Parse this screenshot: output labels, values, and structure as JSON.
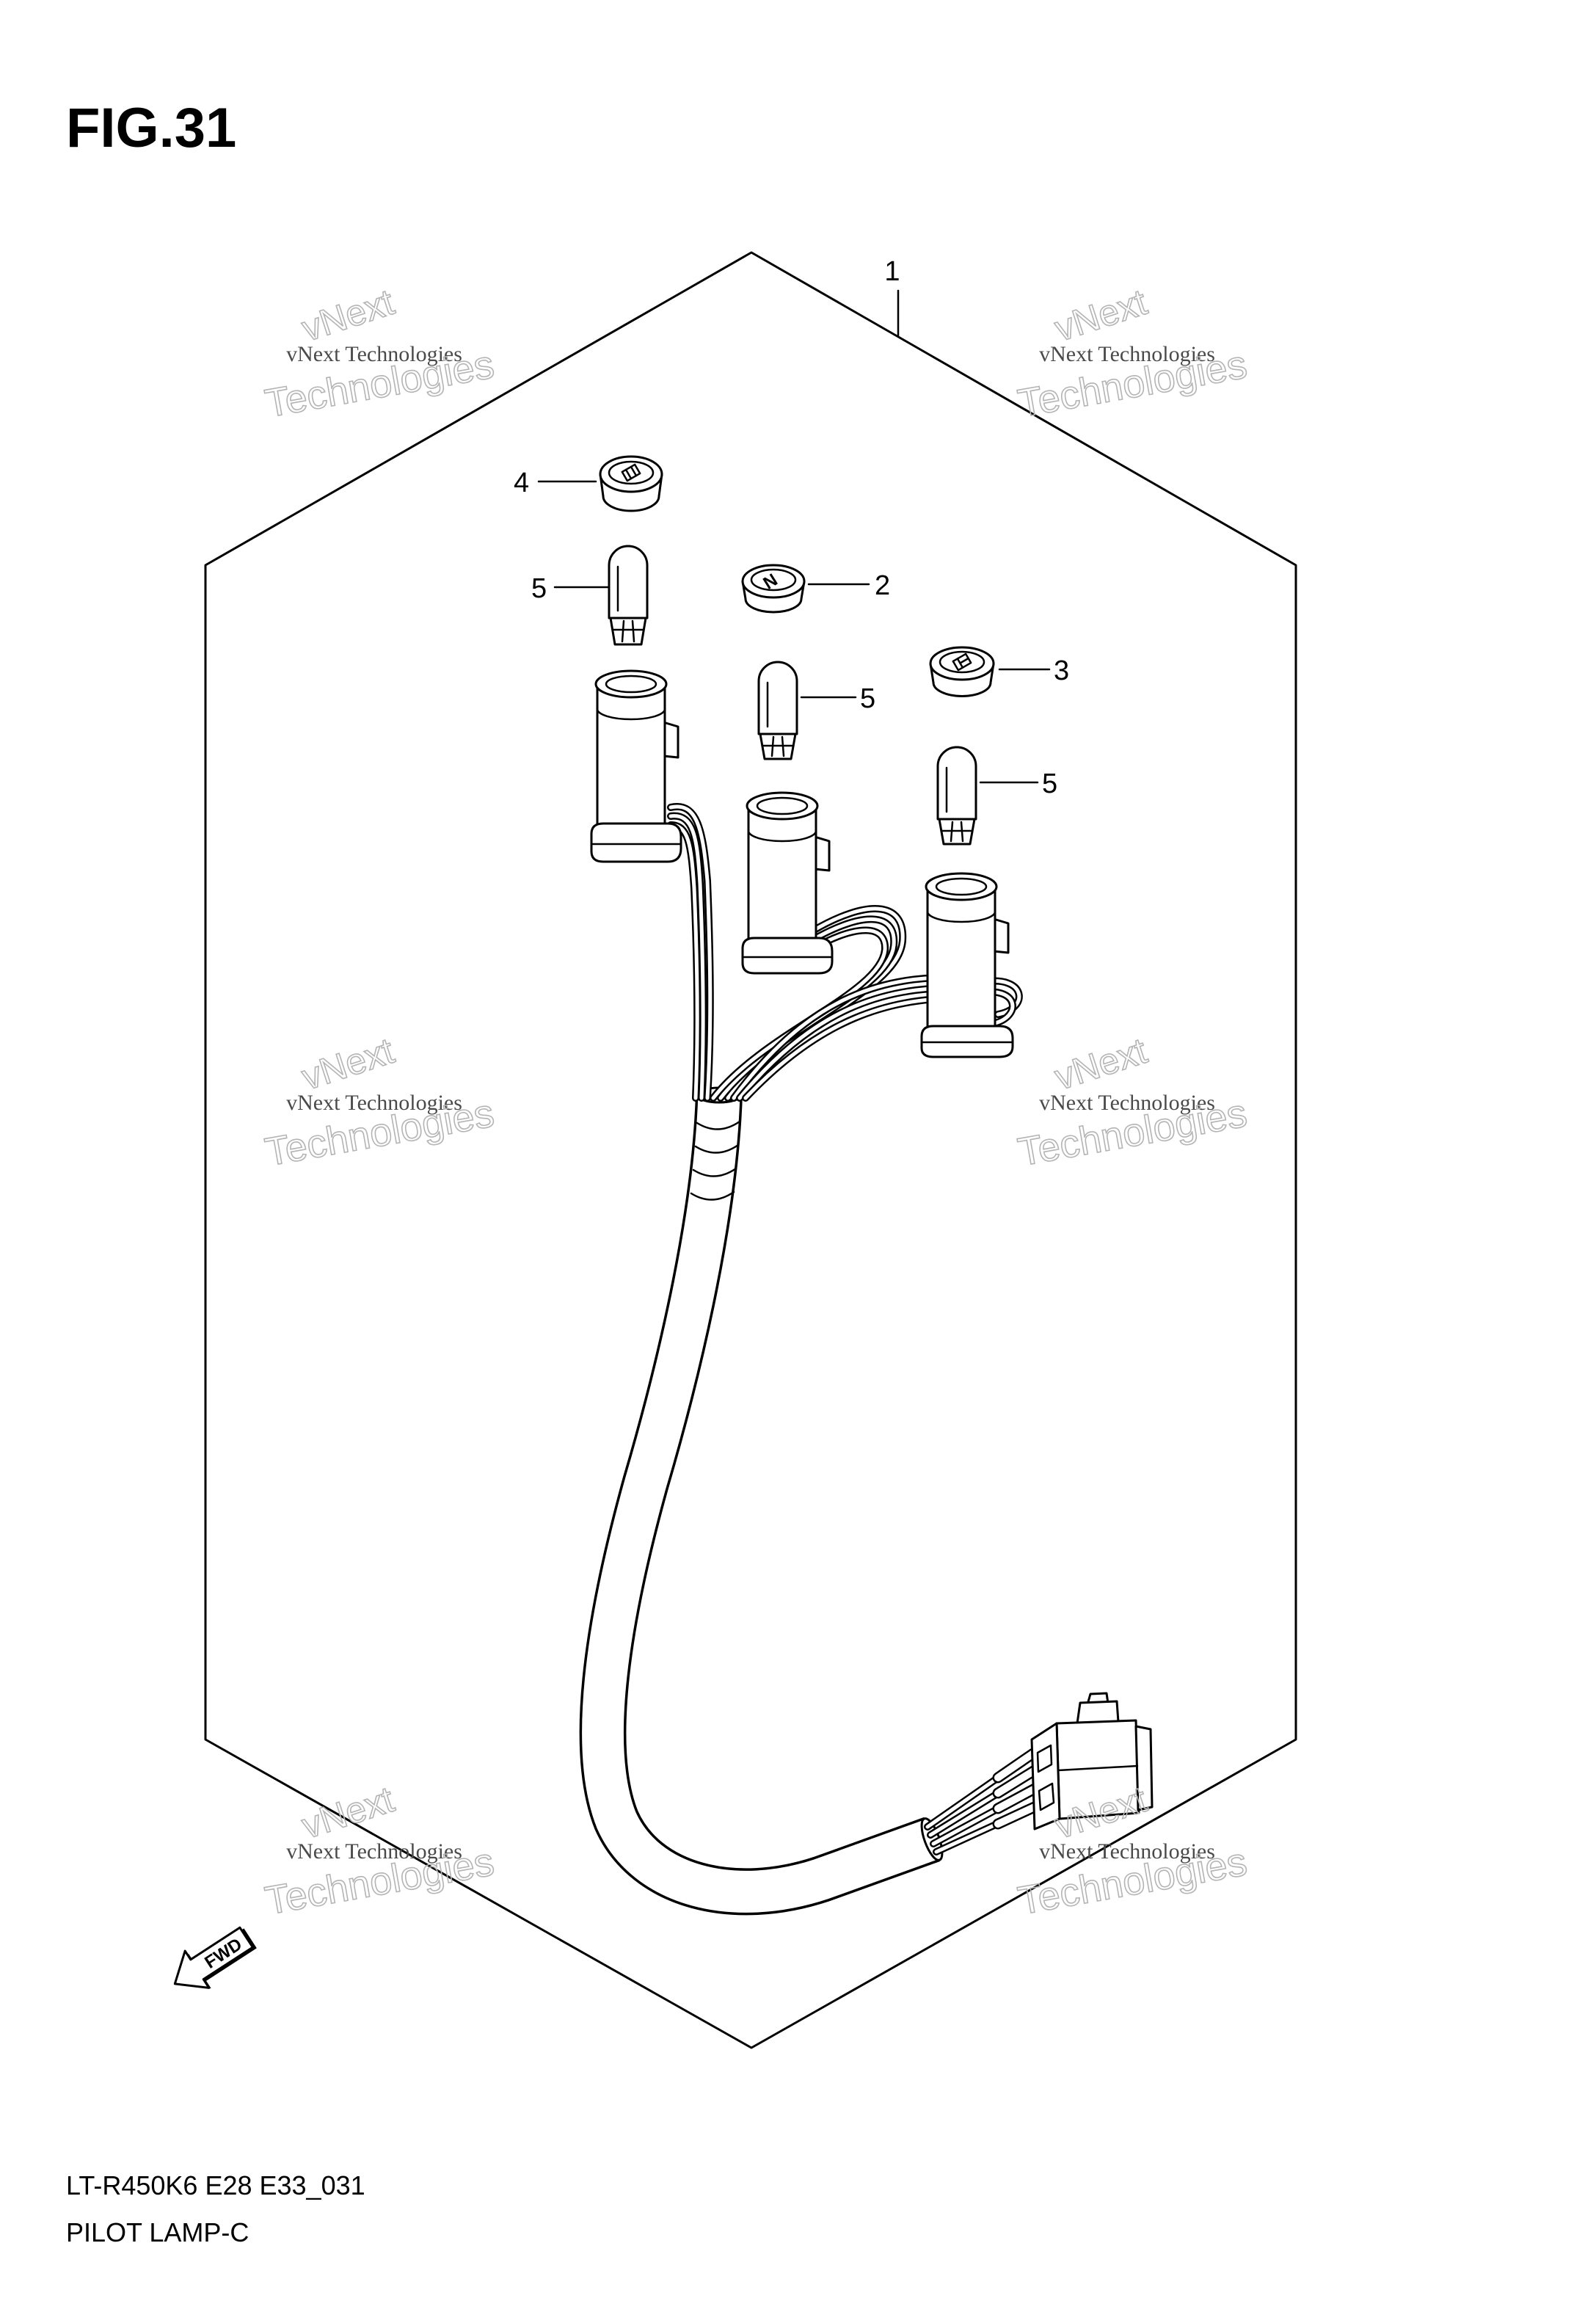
{
  "figure": {
    "title": "FIG.31"
  },
  "callouts": {
    "assembly": "1",
    "cap_top": "4",
    "bulb_left": "5",
    "cap_neutral": "2",
    "bulb_middle": "5",
    "cap_right": "3",
    "bulb_right": "5"
  },
  "parts": {
    "neutral_cap_symbol": "N"
  },
  "fwd_arrow": {
    "label": "FWD",
    "icon": "fwd-arrow-icon"
  },
  "watermark": {
    "brand": "vNext",
    "full_name": "vNext Technologies",
    "word": "Technologies"
  },
  "footer": {
    "model_code": "LT-R450K6 E28 E33_031",
    "caption": "PILOT LAMP-C"
  },
  "colors": {
    "ink": "#000000",
    "paper": "#ffffff",
    "watermark_outline": "#b4b4b4",
    "watermark_text": "#4a4a4a"
  }
}
